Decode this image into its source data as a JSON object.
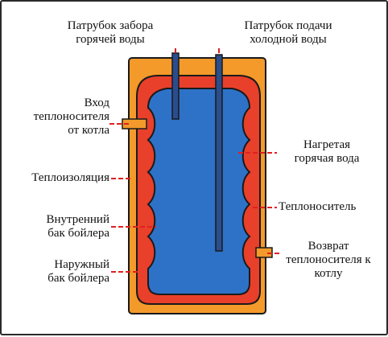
{
  "labels": {
    "hot_outlet": "Патрубок забора\nгорячей воды",
    "cold_inlet": "Патрубок подачи\nхолодной воды",
    "heat_in": "Вход\nтеплоносителя\nот котла",
    "insulation": "Теплоизоляция",
    "inner_tank": "Внутренний\nбак бойлера",
    "outer_tank": "Наружный\nбак бойлера",
    "heated_water": "Нагретая\nгорячая вода",
    "heat_carrier": "Теплоноситель",
    "heat_return": "Возврат\nтеплоносителя к\nкотлу"
  },
  "colors": {
    "insulation": "#f39a2b",
    "heat_carrier": "#e8402a",
    "water": "#2e72c8",
    "pipe": "#2b4d8c",
    "leader": "#e02020",
    "outline": "#1a1a1a"
  }
}
